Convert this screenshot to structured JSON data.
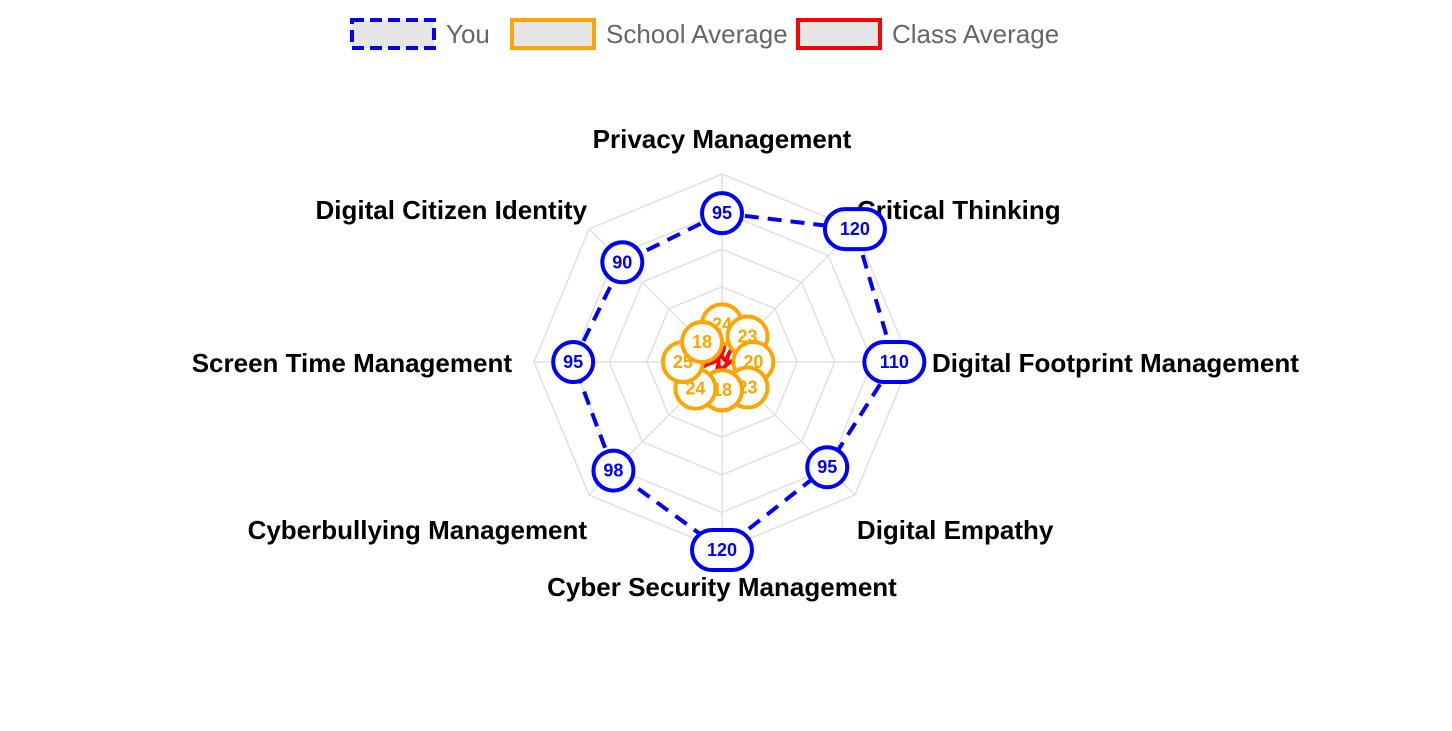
{
  "chart_data": {
    "type": "radar",
    "axes": [
      "Privacy Management",
      "Critical Thinking",
      "Digital Footprint Management",
      "Digital Empathy",
      "Cyber Security Management",
      "Cyberbullying Management",
      "Screen Time Management",
      "Digital Citizen Identity"
    ],
    "r_range": [
      0,
      120
    ],
    "grid": true,
    "legend_position": "top",
    "series": [
      {
        "name": "You",
        "color": "#0000ff",
        "dashed": true,
        "values": [
          95,
          120,
          110,
          95,
          120,
          98,
          95,
          90
        ]
      },
      {
        "name": "School Average",
        "color": "#ffa500",
        "dashed": false,
        "values": [
          24,
          23,
          20,
          23,
          18,
          24,
          25,
          18
        ]
      },
      {
        "name": "Class Average",
        "color": "#ff0000",
        "dashed": false,
        "values": [
          16,
          15,
          16,
          16,
          18,
          16,
          15,
          16
        ]
      }
    ]
  }
}
